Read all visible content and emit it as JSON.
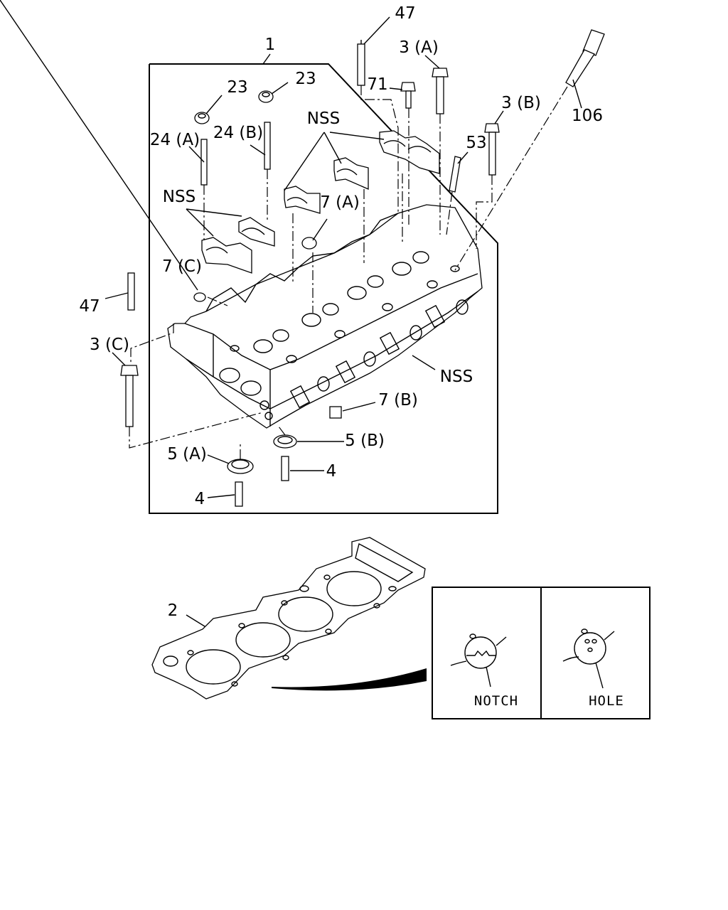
{
  "diagram": {
    "callouts": {
      "c1": "1",
      "c47_top": "47",
      "c3a": "3 (A)",
      "c71": "71",
      "c106": "106",
      "c23_left": "23",
      "c23_right": "23",
      "c3b": "3 (B)",
      "cnss_top": "NSS",
      "c24a": "24 (A)",
      "c24b": "24 (B)",
      "c53": "53",
      "cnss_left": "NSS",
      "c7a": "7 (A)",
      "c7c": "7 (C)",
      "c47_left": "47",
      "c3c": "3 (C)",
      "cnss_right": "NSS",
      "c7b": "7 (B)",
      "c5b": "5 (B)",
      "c5a": "5 (A)",
      "c4_right": "4",
      "c4_left": "4",
      "c2": "2"
    },
    "inset": {
      "notch_label": "NOTCH",
      "hole_label": "HOLE"
    }
  }
}
